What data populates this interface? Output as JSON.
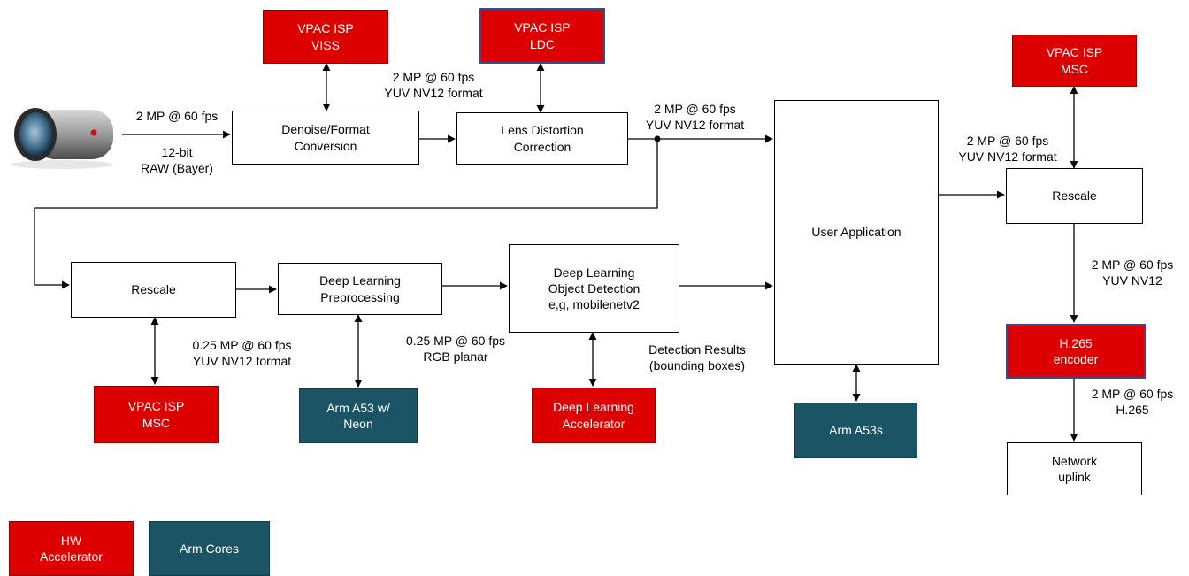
{
  "colors": {
    "hw_accelerator": "#dd0000",
    "arm_cores": "#1a5465"
  },
  "icons": {
    "camera": "camera-icon"
  },
  "blocks": {
    "viss": "VPAC ISP\nVISS",
    "ldc": "VPAC ISP\nLDC",
    "msc_top": "VPAC ISP\nMSC",
    "denoise": "Denoise/Format\nConversion",
    "lens": "Lens Distortion\nCorrection",
    "user_app": "User Application",
    "rescale_right": "Rescale",
    "rescale_left": "Rescale",
    "dl_pre": "Deep Learning\nPreprocessing",
    "dl_det": "Deep Learning\nObject Detection\ne,g, mobilenetv2",
    "h265": "H.265\nencoder",
    "network": "Network\nuplink",
    "msc_bottom": "VPAC ISP\nMSC",
    "arm_neon": "Arm A53 w/\nNeon",
    "dla": "Deep Learning\nAccelerator",
    "arm_a53s": "Arm A53s"
  },
  "labels": {
    "cam_rate": "2 MP @ 60 fps",
    "cam_fmt": "12-bit\nRAW (Bayer)",
    "denoise_out": "2 MP @ 60 fps\nYUV NV12 format",
    "lens_out": "2 MP @ 60 fps\nYUV NV12 format",
    "app_out": "2 MP @ 60 fps\nYUV NV12 format",
    "rescale_out": "2 MP @ 60 fps\nYUV NV12",
    "h265_out": "2 MP @ 60 fps\nH.265",
    "rescale_left_out": "0.25 MP @ 60 fps\nYUV NV12 format",
    "pre_out": "0.25 MP @ 60 fps\nRGB planar",
    "det_out": "Detection Results\n(bounding boxes)"
  },
  "legend": {
    "hw": "HW\nAccelerator",
    "arm": "Arm Cores"
  }
}
